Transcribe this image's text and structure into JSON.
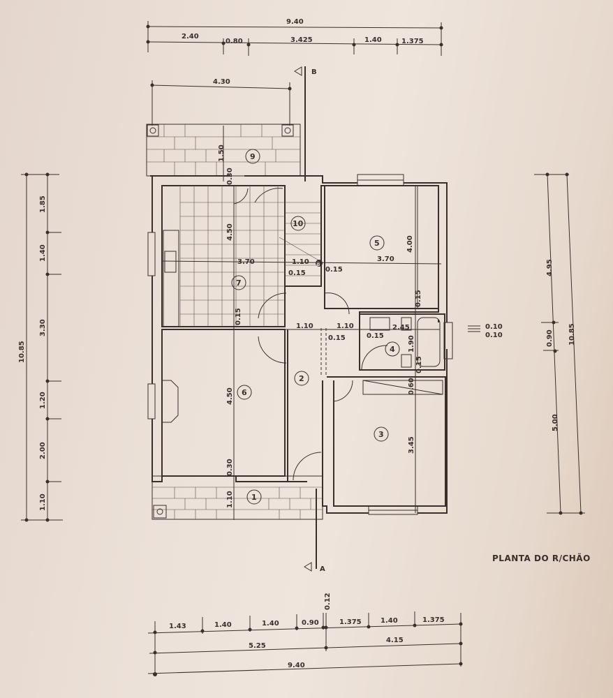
{
  "title": "PLANTA DO R/CHÃO",
  "sections": {
    "a": "A",
    "b": "B"
  },
  "rooms": [
    "1",
    "2",
    "3",
    "4",
    "5",
    "6",
    "7",
    "8",
    "9",
    "10"
  ],
  "dims_top": {
    "total": "9.40",
    "chain": [
      "2.40",
      "0.80",
      "3.425",
      "1.40",
      "1.375"
    ],
    "terrace": "4.30"
  },
  "dims_bottom": {
    "chain": [
      "1.43",
      "1.40",
      "1.40",
      "0.90",
      "1.375",
      "1.40",
      "1.375"
    ],
    "gap": "0.12",
    "sub": [
      "5.25",
      "4.15"
    ],
    "total": "9.40"
  },
  "dims_left": {
    "total": "10.85",
    "chain": [
      "1.85",
      "1.40",
      "3.30",
      "1.20",
      "2.00",
      "1.10"
    ]
  },
  "dims_right": {
    "total": "10.85",
    "chain": [
      "4.95",
      "0.90",
      "5.00"
    ],
    "wall": [
      "0.10",
      "0.10"
    ]
  },
  "dims_inner": [
    "1.50",
    "0.30",
    "4.50",
    "3.70",
    "1.10",
    "0.15",
    "0.15",
    "3.70",
    "4.00",
    "0.15",
    "1.10",
    "1.10",
    "0.15",
    "2.45",
    "0.15",
    "1.90",
    "0.15",
    "0.60",
    "3.45",
    "4.50",
    "0.30",
    "1.10",
    "0.15"
  ]
}
